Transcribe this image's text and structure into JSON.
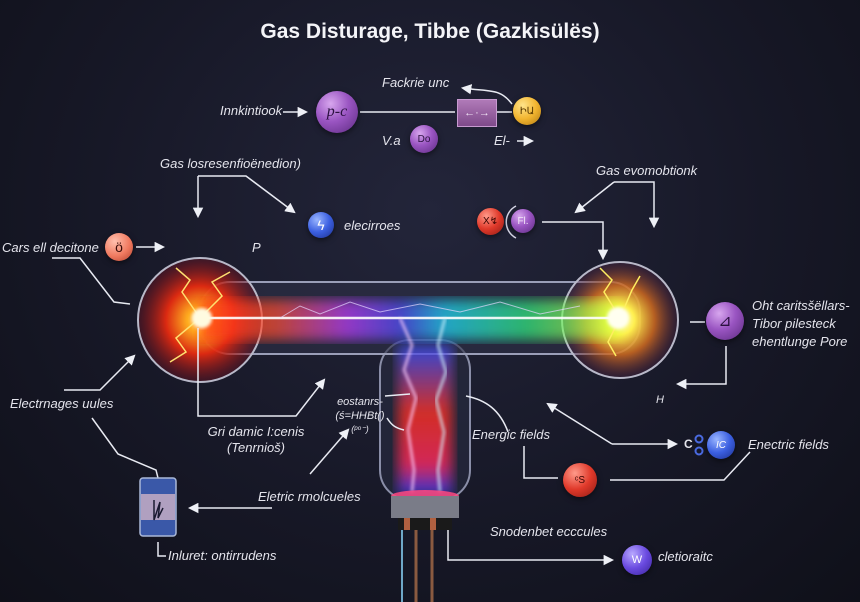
{
  "title": "Gas Disturage, Tibbe (Gazkisülës)",
  "top_flow": {
    "input_label": "Innkintiook",
    "top_label": "Fackrie unc",
    "node_pc": "p-c",
    "switch_glyph": "←·→",
    "node_au": "ԻԱ",
    "va_label": "V.a",
    "node_do": "Do",
    "el_label": "El-"
  },
  "labels": {
    "gas_losres": "Gas losresenfioënedion)",
    "electrons": "elecirroes",
    "cars_ell": "Cars ell decitone",
    "p_marker": "P",
    "gas_evomo": "Gas evomobtionk",
    "right_desc": [
      "Oht caritsšëllars-",
      "Tibor pilesteck",
      "ehentlunge Pore"
    ],
    "h_marker": "H",
    "electrnages": "Electrnages uules",
    "gri_damic": [
      "Gri damic I:cenis",
      "(Tenrnioš)"
    ],
    "eostanr": [
      "eostanrs-",
      "(ś=HHBt()",
      "(ᵖᵒ⁻)"
    ],
    "energic": "Energic fields",
    "enectric": "Enectric fields",
    "eletric_mol": "Eletric rmolcueles",
    "inluret": "Inluret: ontirrudens",
    "snodenbet": "Snodenbet ecccules",
    "cletioraitc": "cletioraitc"
  },
  "nodes": {
    "electron_glyph": "ϟ",
    "cars_glyph": "ö",
    "x_glyph": "X↯",
    "fl_glyph": "Fl.",
    "pore_glyph": "⊿",
    "c_glyph": "C",
    "ic_glyph": "IC",
    "cs_glyph": "ᶜS",
    "w_glyph": "W"
  },
  "colors": {
    "left_glow": "#ff3b1f",
    "right_glow": "#d6ff3a",
    "mid_purple": "#b050ff",
    "mid_cyan": "#28d8ff",
    "background": "#171827"
  }
}
